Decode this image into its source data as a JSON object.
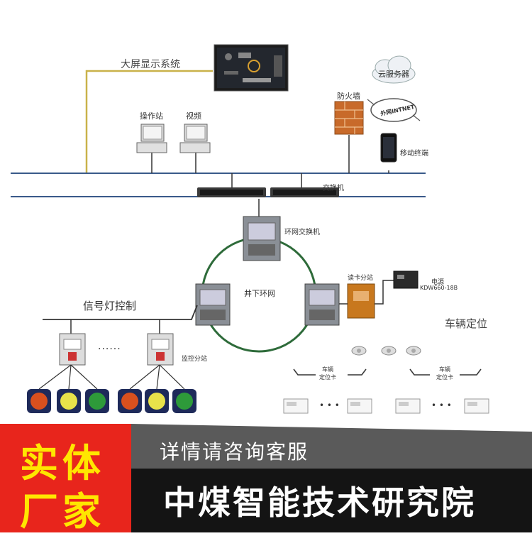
{
  "labels": {
    "big_screen": "大屏显示系统",
    "operator_station": "操作站",
    "video": "视频",
    "firewall": "防火墙",
    "cloud_server": "云服务器",
    "internet": "外网INTNET",
    "mobile_terminal": "移动终端",
    "switch": "交换机",
    "ring_switch": "环网交换机",
    "underground_ring": "井下环网",
    "card_reader_station": "读卡分站",
    "power_supply": "电源",
    "power_model": "KDW660-18B",
    "signal_light_control": "信号灯控制",
    "ellipsis": "......",
    "monitor_station": "监控分站",
    "vehicle_positioning": "车辆定位",
    "vehicle_card_1": "车辆\n定位卡",
    "vehicle_card_2": "车辆\n定位卡",
    "dots_1": "• • •",
    "dots_2": "• • •"
  },
  "banner": {
    "left_line1": "实体",
    "left_line2": "厂家",
    "sub": "详情请咨询客服",
    "main": "中煤智能技术研究院"
  },
  "colors": {
    "network_line": "#3a5a8a",
    "ring": "#2e6b3a",
    "monitor_line": "#c9b24a",
    "banner_red": "#e8251c",
    "banner_yellow": "#ffe600",
    "light_red": "#d9501e",
    "light_yellow": "#e8e24a",
    "light_green": "#2e9a3a"
  }
}
